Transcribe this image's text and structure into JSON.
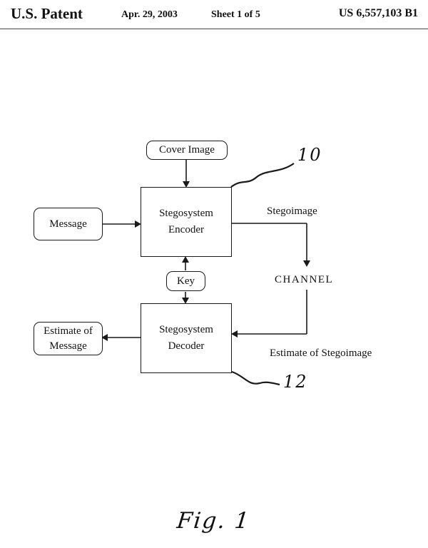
{
  "header": {
    "title": "U.S. Patent",
    "date": "Apr. 29, 2003",
    "sheet": "Sheet 1 of 5",
    "patent_number": "US 6,557,103 B1"
  },
  "diagram": {
    "cover_image": "Cover Image",
    "encoder_line1": "Stegosystem",
    "encoder_line2": "Encoder",
    "message": "Message",
    "stegoimage": "Stegoimage",
    "channel": "CHANNEL",
    "key": "Key",
    "decoder_line1": "Stegosystem",
    "decoder_line2": "Decoder",
    "estimate_message_line1": "Estimate of",
    "estimate_message_line2": "Message",
    "estimate_stegoimage": "Estimate of Stegoimage",
    "ref_10": "10",
    "ref_12": "12"
  },
  "figure_label": "Fig. 1"
}
